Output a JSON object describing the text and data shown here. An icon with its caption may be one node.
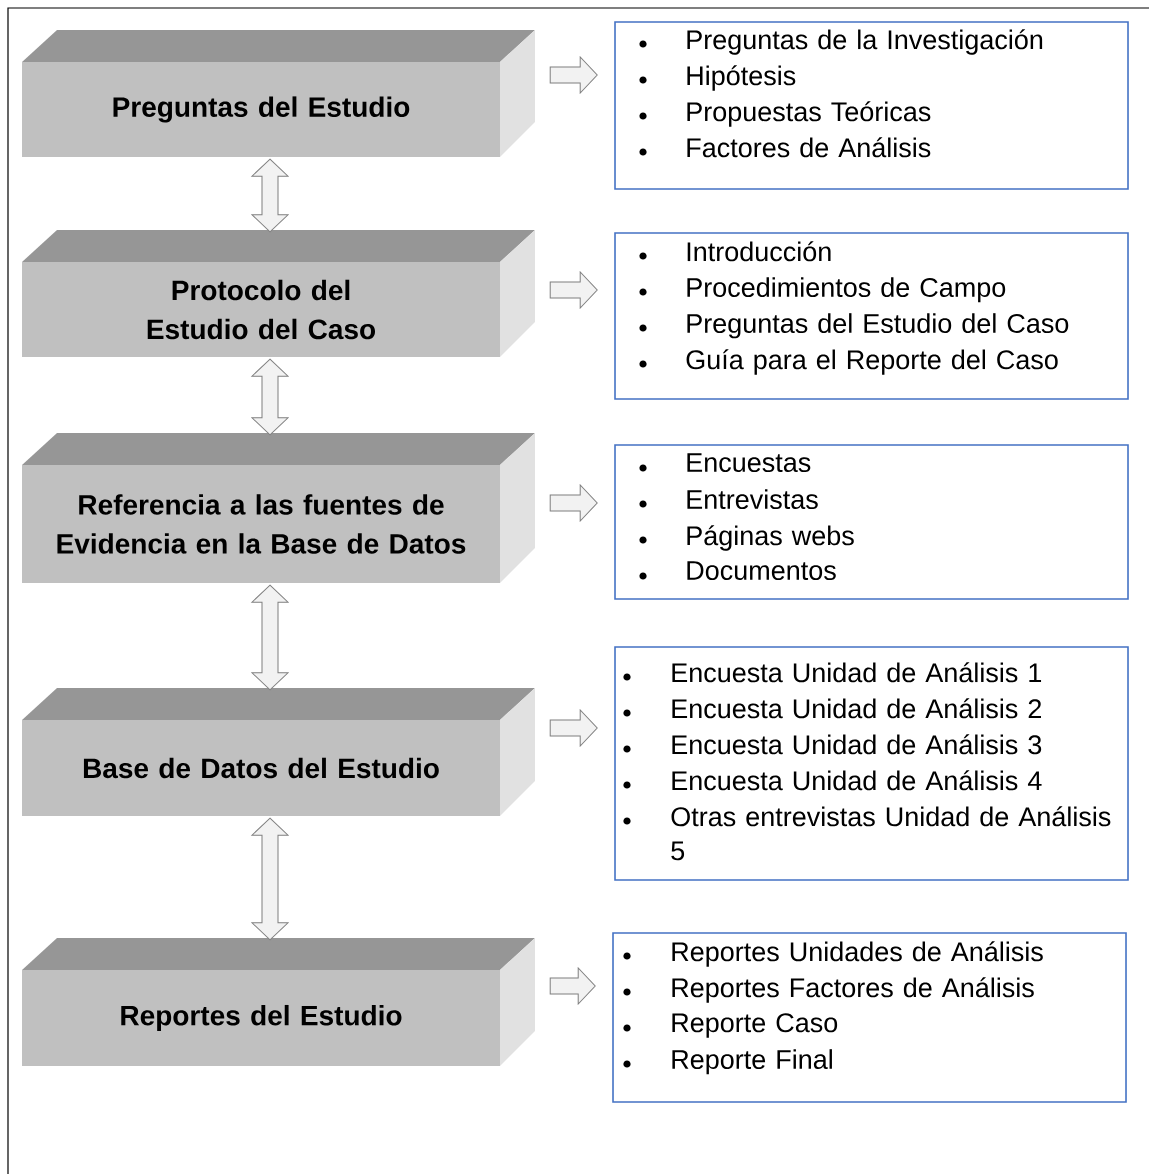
{
  "diagram": {
    "nodes": [
      {
        "text": [
          "Preguntas del Estudio"
        ]
      },
      {
        "text": [
          "Preguntas de la Investigación",
          "Hipótesis",
          "Propuestas Teóricas",
          "Factores de Análisis"
        ]
      },
      {
        "text": [
          "Protocolo del Estudio del Caso"
        ]
      },
      {
        "text": [
          "Introducción",
          "Procedimientos de Campo",
          "Preguntas del Estudio del Caso",
          "Guía para el Reporte del Caso"
        ]
      },
      {
        "text": [
          "Referencia a las fuentes de Evidencia en la Base de Datos"
        ]
      },
      {
        "text": [
          "Encuestas",
          "Entrevistas",
          "Páginas webs",
          "Documentos"
        ]
      },
      {
        "text": [
          "Base de Datos del Estudio"
        ]
      },
      {
        "text": [
          "Encuesta Unidad de Análisis 1",
          "Encuesta Unidad de Análisis 2",
          "Encuesta Unidad de Análisis 3",
          "Encuesta Unidad de Análisis 4",
          "Otras entrevistas Unidad de Análisis 5"
        ]
      },
      {
        "text": [
          "Reportes del Estudio"
        ]
      },
      {
        "text": [
          "Reportes Unidades de Análisis",
          "Reportes Factores de Análisis",
          "Reporte Caso",
          "Reporte Final"
        ]
      }
    ],
    "edges": [
      {
        "from": 0,
        "to": 1,
        "arrow": "to"
      },
      {
        "from": 0,
        "to": 2,
        "arrow": "both"
      },
      {
        "from": 2,
        "to": 3,
        "arrow": "to"
      },
      {
        "from": 2,
        "to": 4,
        "arrow": "both"
      },
      {
        "from": 4,
        "to": 5,
        "arrow": "to"
      },
      {
        "from": 4,
        "to": 6,
        "arrow": "both"
      },
      {
        "from": 6,
        "to": 7,
        "arrow": "to"
      },
      {
        "from": 6,
        "to": 8,
        "arrow": "both"
      },
      {
        "from": 8,
        "to": 9,
        "arrow": "to"
      }
    ]
  }
}
